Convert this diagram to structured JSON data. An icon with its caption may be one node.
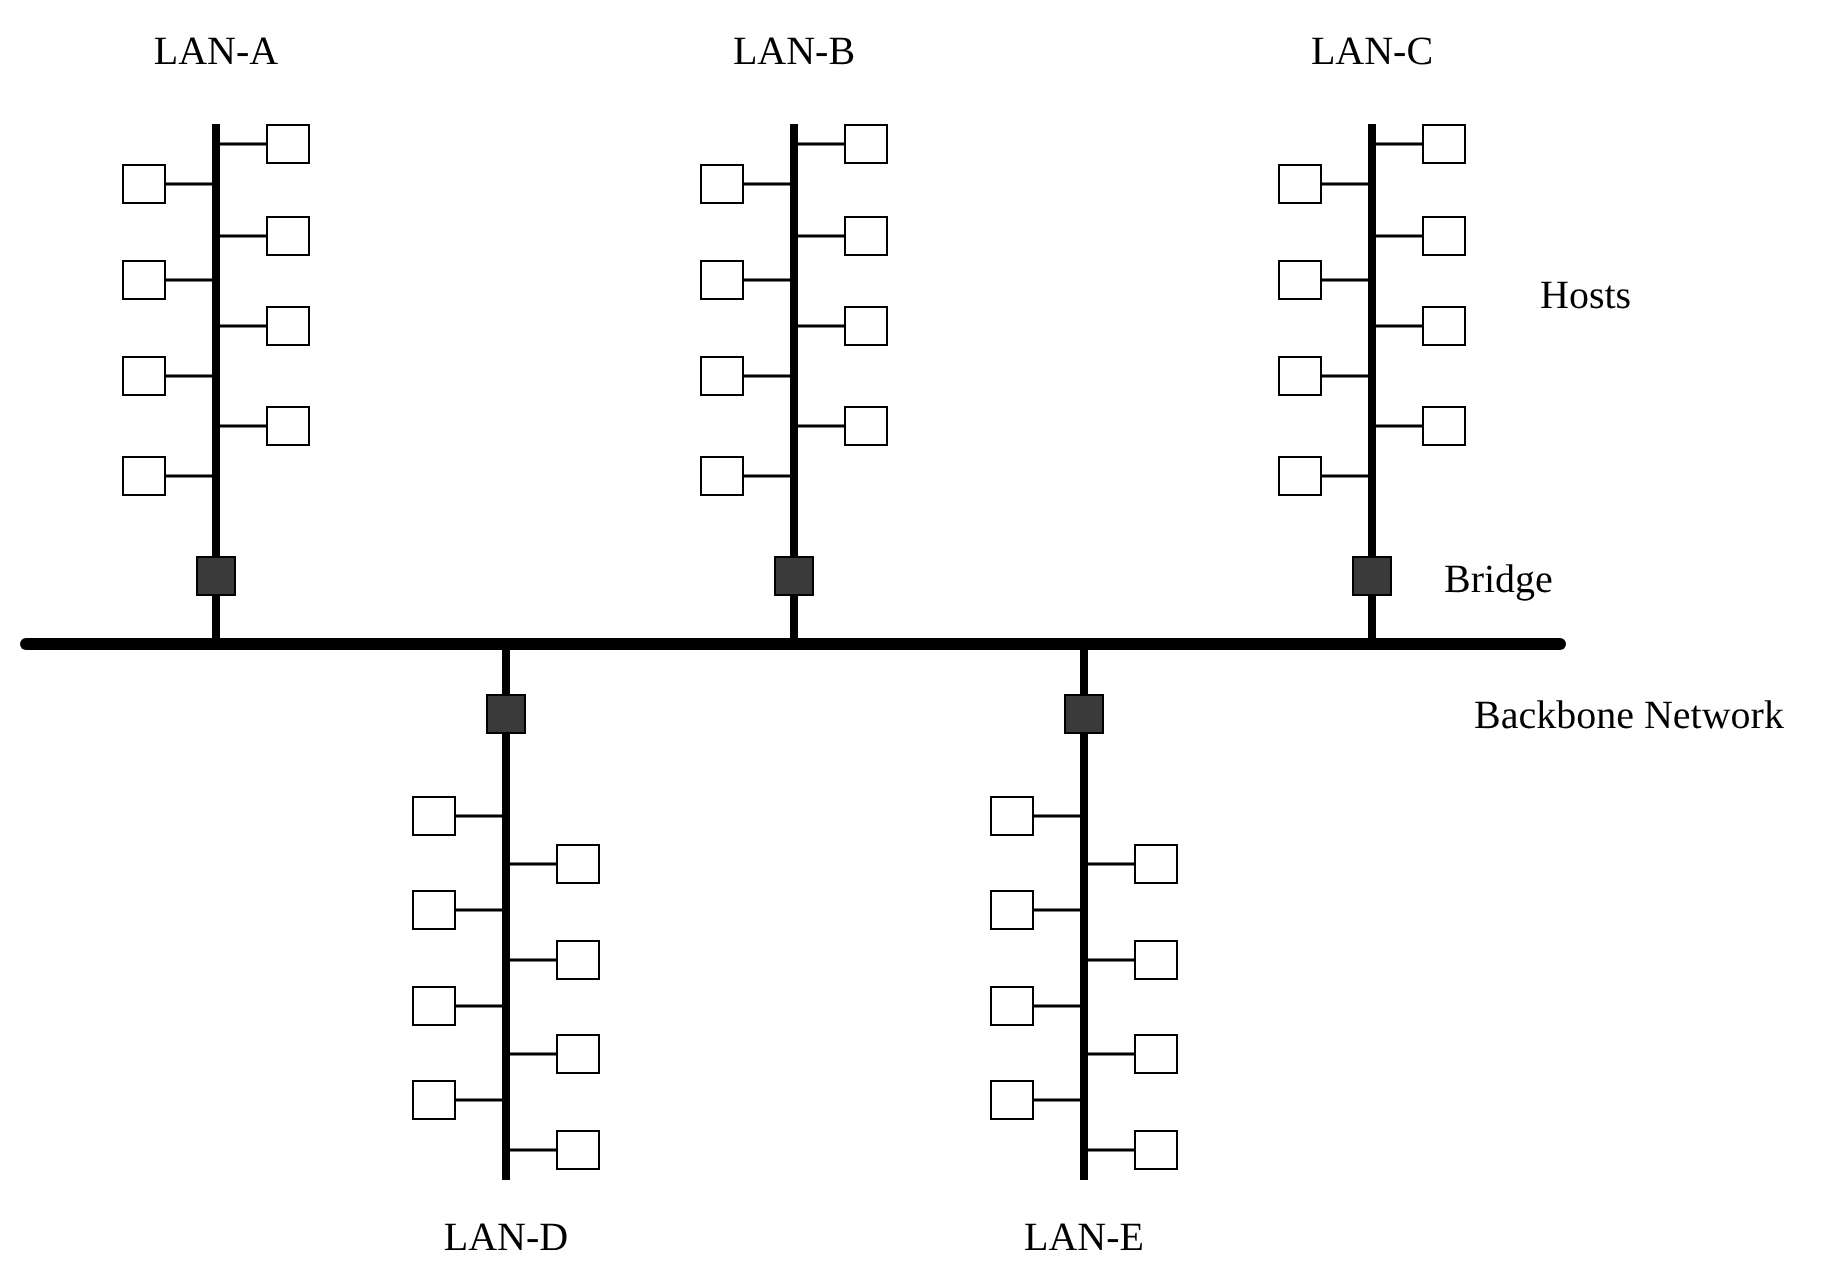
{
  "diagram": {
    "nodes": [
      {
        "text": [
          "LAN-A"
        ]
      },
      {
        "text": [],
        "shape": "box"
      },
      {
        "text": [],
        "shape": "box"
      },
      {
        "text": [],
        "shape": "box"
      },
      {
        "text": [],
        "shape": "box"
      },
      {
        "text": [],
        "shape": "box"
      },
      {
        "text": [],
        "shape": "box"
      },
      {
        "text": [],
        "shape": "box"
      },
      {
        "text": [],
        "shape": "box"
      },
      {
        "text": [],
        "shape": "box"
      },
      {
        "text": [
          "LAN-B"
        ]
      },
      {
        "text": [],
        "shape": "box"
      },
      {
        "text": [],
        "shape": "box"
      },
      {
        "text": [],
        "shape": "box"
      },
      {
        "text": [],
        "shape": "box"
      },
      {
        "text": [],
        "shape": "box"
      },
      {
        "text": [],
        "shape": "box"
      },
      {
        "text": [],
        "shape": "box"
      },
      {
        "text": [],
        "shape": "box"
      },
      {
        "text": [],
        "shape": "box"
      },
      {
        "text": [
          "LAN-C"
        ]
      },
      {
        "text": [],
        "shape": "box"
      },
      {
        "text": [],
        "shape": "box"
      },
      {
        "text": [],
        "shape": "box"
      },
      {
        "text": [],
        "shape": "box"
      },
      {
        "text": [],
        "shape": "box"
      },
      {
        "text": [],
        "shape": "box"
      },
      {
        "text": [],
        "shape": "box"
      },
      {
        "text": [],
        "shape": "box"
      },
      {
        "text": [],
        "shape": "box"
      },
      {
        "text": [],
        "shape": "bar"
      },
      {
        "text": [],
        "shape": "box"
      },
      {
        "text": [
          "LAN-D"
        ]
      },
      {
        "text": [],
        "shape": "box"
      },
      {
        "text": [],
        "shape": "box"
      },
      {
        "text": [],
        "shape": "box"
      },
      {
        "text": [],
        "shape": "box"
      },
      {
        "text": [],
        "shape": "box"
      },
      {
        "text": [],
        "shape": "box"
      },
      {
        "text": [],
        "shape": "box"
      },
      {
        "text": [],
        "shape": "box"
      },
      {
        "text": [],
        "shape": "box"
      },
      {
        "text": [
          "LAN-E"
        ]
      },
      {
        "text": [],
        "shape": "box"
      },
      {
        "text": [],
        "shape": "box"
      },
      {
        "text": [],
        "shape": "box"
      },
      {
        "text": [],
        "shape": "box"
      },
      {
        "text": [],
        "shape": "box"
      },
      {
        "text": [],
        "shape": "box"
      },
      {
        "text": [],
        "shape": "box"
      },
      {
        "text": [],
        "shape": "box"
      }
    ],
    "edges": [
      {
        "from": 1,
        "to": 0,
        "arrow": "none"
      },
      {
        "from": 2,
        "to": 0,
        "arrow": "none"
      },
      {
        "from": 3,
        "to": 0,
        "arrow": "none"
      },
      {
        "from": 4,
        "to": 0,
        "arrow": "none"
      },
      {
        "from": 5,
        "to": 0,
        "arrow": "none"
      },
      {
        "from": 6,
        "to": 0,
        "arrow": "none"
      },
      {
        "from": 7,
        "to": 0,
        "arrow": "none"
      },
      {
        "from": 8,
        "to": 0,
        "arrow": "none"
      },
      {
        "from": 0,
        "to": 9,
        "arrow": "none",
        "style": "thick"
      },
      {
        "from": 9,
        "to": 30,
        "arrow": "none",
        "style": "thick"
      },
      {
        "from": 11,
        "to": 10,
        "arrow": "none"
      },
      {
        "from": 12,
        "to": 10,
        "arrow": "none"
      },
      {
        "from": 13,
        "to": 10,
        "arrow": "none"
      },
      {
        "from": 14,
        "to": 10,
        "arrow": "none"
      },
      {
        "from": 15,
        "to": 10,
        "arrow": "none"
      },
      {
        "from": 16,
        "to": 10,
        "arrow": "none"
      },
      {
        "from": 17,
        "to": 10,
        "arrow": "none"
      },
      {
        "from": 18,
        "to": 10,
        "arrow": "none"
      },
      {
        "from": 10,
        "to": 19,
        "arrow": "none",
        "style": "thick"
      },
      {
        "from": 19,
        "to": 30,
        "arrow": "none",
        "style": "thick"
      },
      {
        "from": 21,
        "to": 20,
        "arrow": "none"
      },
      {
        "from": 22,
        "to": 20,
        "arrow": "none"
      },
      {
        "from": 23,
        "to": 20,
        "arrow": "none"
      },
      {
        "from": 24,
        "to": 20,
        "arrow": "none"
      },
      {
        "from": 25,
        "to": 20,
        "arrow": "none"
      },
      {
        "from": 26,
        "to": 20,
        "arrow": "none"
      },
      {
        "from": 27,
        "to": 20,
        "arrow": "none"
      },
      {
        "from": 28,
        "to": 20,
        "arrow": "none"
      },
      {
        "from": 20,
        "to": 29,
        "arrow": "none",
        "style": "thick"
      },
      {
        "from": 29,
        "to": 30,
        "arrow": "none",
        "style": "thick"
      },
      {
        "from": 30,
        "to": 31,
        "arrow": "none",
        "style": "thick"
      },
      {
        "from": 31,
        "to": 32,
        "arrow": "none",
        "style": "thick"
      },
      {
        "from": 33,
        "to": 32,
        "arrow": "none"
      },
      {
        "from": 34,
        "to": 32,
        "arrow": "none"
      },
      {
        "from": 35,
        "to": 32,
        "arrow": "none"
      },
      {
        "from": 36,
        "to": 32,
        "arrow": "none"
      },
      {
        "from": 37,
        "to": 32,
        "arrow": "none"
      },
      {
        "from": 38,
        "to": 32,
        "arrow": "none"
      },
      {
        "from": 39,
        "to": 32,
        "arrow": "none"
      },
      {
        "from": 40,
        "to": 32,
        "arrow": "none"
      },
      {
        "from": 30,
        "to": 41,
        "arrow": "none",
        "style": "thick"
      },
      {
        "from": 41,
        "to": 42,
        "arrow": "none",
        "style": "thick"
      },
      {
        "from": 43,
        "to": 42,
        "arrow": "none"
      },
      {
        "from": 44,
        "to": 42,
        "arrow": "none"
      },
      {
        "from": 45,
        "to": 42,
        "arrow": "none"
      },
      {
        "from": 46,
        "to": 42,
        "arrow": "none"
      },
      {
        "from": 47,
        "to": 42,
        "arrow": "none"
      },
      {
        "from": 48,
        "to": 42,
        "arrow": "none"
      },
      {
        "from": 49,
        "to": 42,
        "arrow": "none"
      },
      {
        "from": 50,
        "to": 42,
        "arrow": "none"
      }
    ],
    "labels": [
      "Hosts",
      "Bridge",
      "Backbone Network"
    ]
  }
}
